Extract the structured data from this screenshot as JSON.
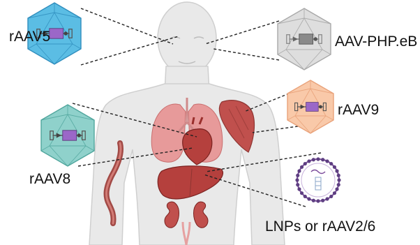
{
  "labels": {
    "aav5": "rAAV5",
    "php_eb": "AAV-PHP.eB",
    "aav9": "rAAV9",
    "aav8": "rAAV8",
    "lnp": "LNPs or rAAV2/6"
  },
  "colors": {
    "aav5_capsid": "#5bbde4",
    "php_eb_capsid": "#d0d0d0",
    "aav9_capsid": "#f9c9a9",
    "aav8_capsid": "#8fd1cb",
    "payload": "#9b67c8",
    "lnp_shell": "#7a4a9a",
    "body_skin": "#e9e9e9",
    "organ_red": "#c0504d",
    "lung_pink": "#e79a9a"
  },
  "icons": {
    "aav5": "capsid-icon",
    "php_eb": "capsid-icon",
    "aav9": "capsid-icon",
    "aav8": "capsid-icon",
    "lnp": "lipid-nanoparticle-icon"
  }
}
